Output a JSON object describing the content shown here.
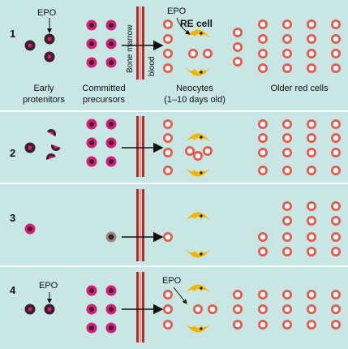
{
  "rows": [
    {
      "number": "1",
      "epo_early": "EPO",
      "epo_re": "EPO",
      "re_cell": "RE cell"
    },
    {
      "number": "2"
    },
    {
      "number": "3"
    },
    {
      "number": "4",
      "epo_early": "EPO",
      "epo_re": "EPO"
    }
  ],
  "labels": {
    "bone_marrow": "Bone marrow",
    "blood": "blood",
    "early_line1": "Early",
    "early_line2": "protenitors",
    "committed_line1": "Committed",
    "committed_line2": "precursors",
    "neocytes_line1": "Neocytes",
    "neocytes_line2": "(1–10 days old)",
    "older": "Older red cells"
  },
  "colors": {
    "panel": "#c7e6e4",
    "dark_cell": "#3a1f2b",
    "magenta": "#d81b7a",
    "red_cell": "#e8584a",
    "re_cell": "#f5b400",
    "barrier": "#b8282a"
  }
}
